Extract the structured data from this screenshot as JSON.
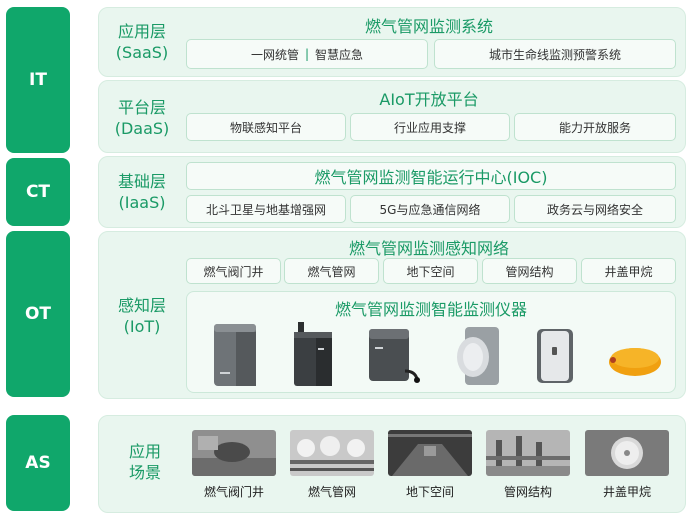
{
  "sides": {
    "it": "IT",
    "ct": "CT",
    "ot": "OT",
    "as": "AS"
  },
  "saas": {
    "layer_line1": "应用层",
    "layer_line2": "(SaaS)",
    "title": "燃气管网监测系统",
    "box1_a": "一网统管",
    "box1_b": "智慧应急",
    "box2": "城市生命线监测预警系统"
  },
  "daas": {
    "layer_line1": "平台层",
    "layer_line2": "(DaaS)",
    "title": "AIoT开放平台",
    "items": [
      "物联感知平台",
      "行业应用支撑",
      "能力开放服务"
    ]
  },
  "iaas": {
    "layer_line1": "基础层",
    "layer_line2": "(IaaS)",
    "title": "燃气管网监测智能运行中心(IOC)",
    "items": [
      "北斗卫星与地基增强网",
      "5G与应急通信网络",
      "政务云与网络安全"
    ]
  },
  "iot": {
    "layer_line1": "感知层",
    "layer_line2": "(IoT)",
    "network_title": "燃气管网监测感知网络",
    "items": [
      "燃气阀门井",
      "燃气管网",
      "地下空间",
      "管网结构",
      "井盖甲烷"
    ],
    "instrument_title": "燃气管网监测智能监测仪器"
  },
  "as": {
    "layer_line1": "应用",
    "layer_line2": "场景",
    "captions": [
      "燃气阀门井",
      "燃气管网",
      "地下空间",
      "管网结构",
      "井盖甲烷"
    ]
  },
  "colors": {
    "accent": "#10a76b",
    "panel_bg": "#e9f6ef",
    "text_green": "#1a9a66"
  }
}
